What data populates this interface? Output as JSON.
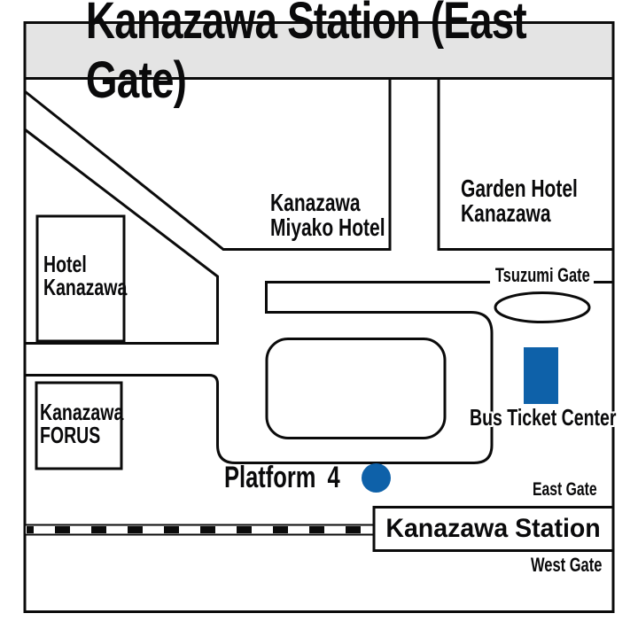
{
  "title": "Kanazawa Station (East Gate)",
  "colors": {
    "accent_blue": "#0e61a9",
    "title_bg": "#e4e4e4",
    "line_black": "#0b0b0b"
  },
  "labels": {
    "hotel_kanazawa": {
      "line1": "Hotel",
      "line2": "Kanazawa"
    },
    "miyako_hotel": {
      "line1": "Kanazawa",
      "line2": "Miyako Hotel"
    },
    "garden_hotel": {
      "line1": "Garden Hotel",
      "line2": "Kanazawa"
    },
    "forus": {
      "line1": "Kanazawa",
      "line2": "FORUS"
    },
    "tsuzumi_gate": "Tsuzumi Gate",
    "bus_ticket_center": "Bus Ticket Center",
    "platform4": "Platform 4",
    "east_gate": "East Gate",
    "station_box": "Kanazawa Station",
    "west_gate": "West Gate"
  }
}
